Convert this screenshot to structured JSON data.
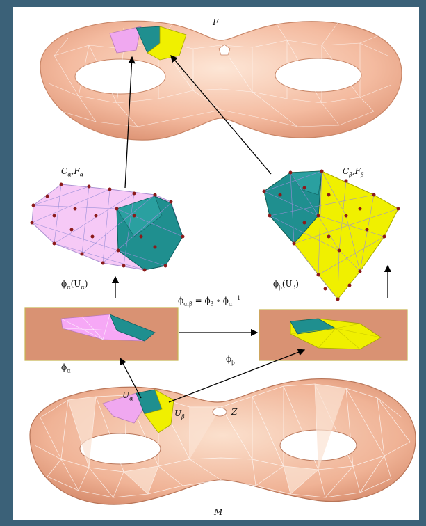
{
  "labels": {
    "surface_F": "F",
    "chart_alpha": "C",
    "chart_alpha_sub": "α",
    "chart_alpha_F": "F",
    "chart_alpha_F_sub": "α",
    "chart_beta": "C",
    "chart_beta_sub": "β",
    "chart_beta_F": "F",
    "chart_beta_F_sub": "β",
    "phi_alpha_U": "ϕ",
    "phi_alpha_U_sub": "α",
    "phi_alpha_U_arg": "(U",
    "phi_alpha_U_arg_sub": "α",
    "phi_alpha_U_close": ")",
    "phi_beta_U": "ϕ",
    "phi_beta_U_sub": "β",
    "phi_beta_U_arg": "(U",
    "phi_beta_U_arg_sub": "β",
    "phi_beta_U_close": ")",
    "transition_lhs": "ϕ",
    "transition_lhs_sub": "α,β",
    "transition_eq": " = ϕ",
    "transition_rhs1_sub": "β",
    "transition_circ": " ∘ ϕ",
    "transition_rhs2_sub": "α",
    "transition_rhs2_sup": "−1",
    "phi_alpha": "ϕ",
    "phi_alpha_sub": "α",
    "phi_beta": "ϕ",
    "phi_beta_sub": "β",
    "U_alpha": "U",
    "U_alpha_sub": "α",
    "U_beta": "U",
    "U_beta_sub": "β",
    "Z": "Z",
    "surface_M": "M"
  },
  "colors": {
    "background": "#3b6178",
    "surface": "#f2b59a",
    "surface_light": "#fbe3d3",
    "mesh_lines": "#ffffff",
    "patch_magenta": "#f0a8f0",
    "patch_teal": "#1f8f8f",
    "patch_yellow": "#f0f000",
    "plane": "#d99273",
    "node_dots": "#8b1a1a",
    "arrows": "#000000"
  }
}
